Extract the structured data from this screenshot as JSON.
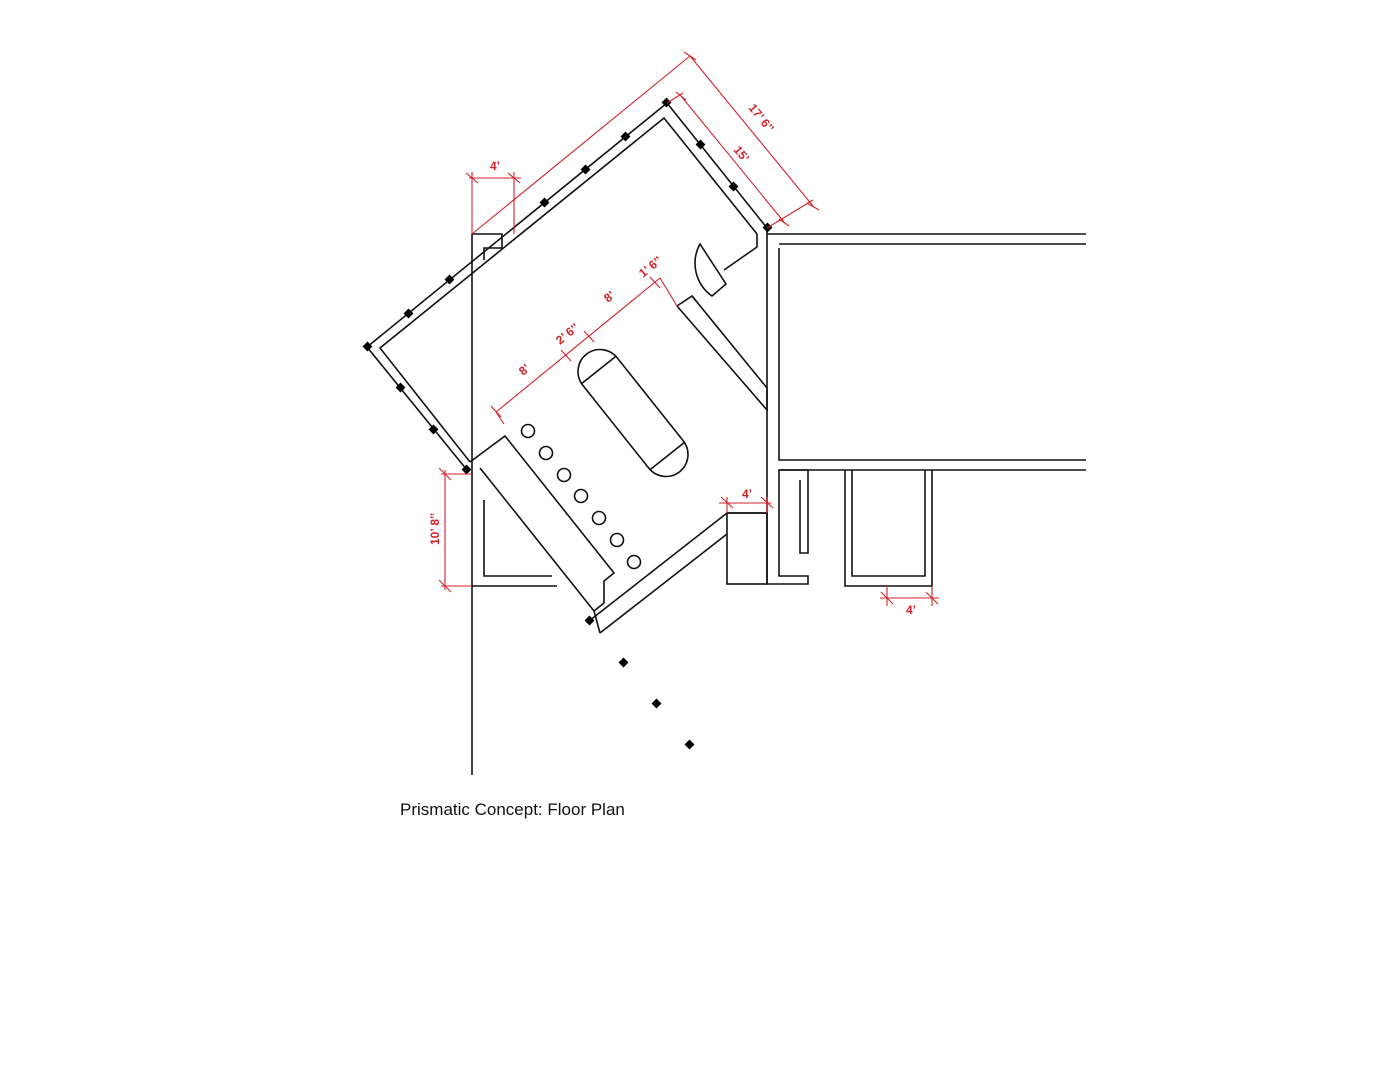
{
  "caption": "Prismatic Concept: Floor Plan",
  "colors": {
    "walls": "#111111",
    "dimensions": "#d2232a",
    "background": "#ffffff"
  },
  "dimensions": {
    "overall_length": "17’ 6’’",
    "interior_length": "15’",
    "side_bay_top": "4’",
    "bay_left": "8’",
    "aisle": "2’ 6’’",
    "bay_right": "8’",
    "door_offset": "1’ 6’’",
    "entry_width": "4’",
    "side_height": "10’ 8’’",
    "closet_width": "4’"
  }
}
